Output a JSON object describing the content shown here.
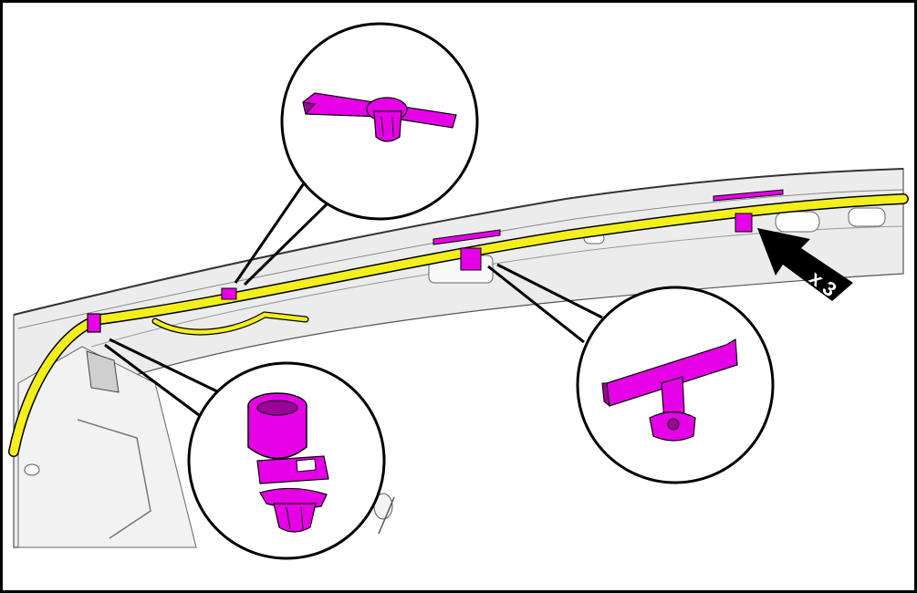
{
  "figure": {
    "quantity_label": "x 3",
    "colors": {
      "harness": "#f2ef1c",
      "harness_shade": "#b8b400",
      "clip": "#e600e6",
      "clip_shade": "#9a009a",
      "structure": "#e8e8e8",
      "outline": "#000000"
    },
    "callouts": [
      {
        "name": "upper-flat-clip-callout",
        "icon": "flat-clip-with-push-pin"
      },
      {
        "name": "right-t-clip-callout",
        "icon": "t-shaped-retainer-clip"
      },
      {
        "name": "lower-ring-clip-callout",
        "icon": "ring-clip-with-push-fastener"
      }
    ],
    "quantity_arrow_icon": "black-arrow-pointer"
  }
}
